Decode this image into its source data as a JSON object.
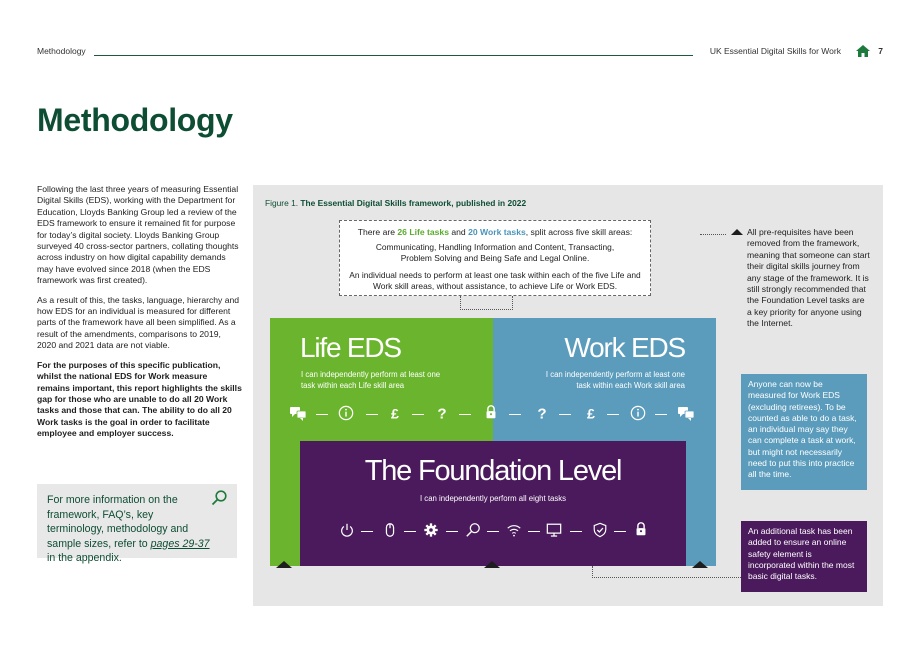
{
  "header": {
    "section": "Methodology",
    "report_title": "UK Essential Digital Skills for Work",
    "page_number": "7"
  },
  "page_title": "Methodology",
  "body": {
    "p1": "Following the last three years of measuring Essential Digital Skills (EDS), working with the Department for Education, Lloyds Banking Group led a review of the EDS framework to ensure it remained fit for purpose for today’s digital society. Lloyds Banking Group surveyed 40 cross-sector partners, collating thoughts across industry on how digital capability demands may have evolved since 2018 (when the EDS framework was first created).",
    "p2": "As a result of this, the tasks, language, hierarchy and how EDS for an individual is measured for different parts of the framework have all been simplified. As a result of the amendments, comparisons to 2019, 2020 and 2021 data are not viable.",
    "p3": "For the purposes of this specific publication, whilst the national EDS for Work measure remains important, this report highlights the skills gap for those who are unable to do all 20 Work tasks and those that can. The ability to do all 20 Work tasks is the goal in order to facilitate employee and employer success."
  },
  "info_box": {
    "text": "For more information on the framework, FAQ’s, key terminology, methodology and sample sizes, refer to",
    "link": "pages 29-37",
    "tail": " in the appendix."
  },
  "figure": {
    "caption_prefix": "Figure 1.",
    "caption": "The Essential Digital Skills framework, published in 2022",
    "summary": {
      "pre": "There are ",
      "life_tasks": "26 Life tasks",
      "mid": " and ",
      "work_tasks": "20 Work tasks",
      "post": ", split across five skill areas:",
      "areas": "Communicating, Handling Information and Content, Transacting, Problem Solving and Being Safe and Legal Online.",
      "rule": "An individual needs to perform at least one task within each of the five Life and Work skill areas, without assistance, to achieve Life or Work EDS."
    },
    "life": {
      "title": "Life EDS",
      "subtitle": "I can independently perform at least one task within each Life skill area"
    },
    "work": {
      "title": "Work EDS",
      "subtitle": "I can independently perform at least one task within each Work skill area"
    },
    "foundation": {
      "title": "The Foundation Level",
      "subtitle": "I can independently perform all eight tasks"
    },
    "skill_icons": [
      "chat-icon",
      "info-icon",
      "pound-icon",
      "question-icon",
      "lock-icon",
      "question-icon",
      "pound-icon",
      "info-icon",
      "chat-icon"
    ],
    "foundation_icons": [
      "power-icon",
      "mouse-icon",
      "gear-icon",
      "search-icon",
      "wifi-icon",
      "monitor-icon",
      "shield-check-icon",
      "lock-icon"
    ],
    "notes": {
      "prereq": "All pre-requisites have been removed from the framework, meaning that someone can start their digital skills journey from any stage of the framework. It is still strongly recommended that the Foundation Level tasks are a key priority for anyone using the Internet.",
      "work": "Anyone can now be measured for Work EDS (excluding retirees). To be counted as able to do a task, an individual may say they can complete a task at work, but might not necessarily need to put this into practice all the time.",
      "safety": "An additional task has been added to ensure an online safety element is incorporated within the most basic digital tasks."
    }
  },
  "colors": {
    "brand_green": "#0d4d33",
    "life_green": "#6bb52e",
    "work_blue": "#5b9cbc",
    "foundation_purple": "#4a1a5c"
  }
}
